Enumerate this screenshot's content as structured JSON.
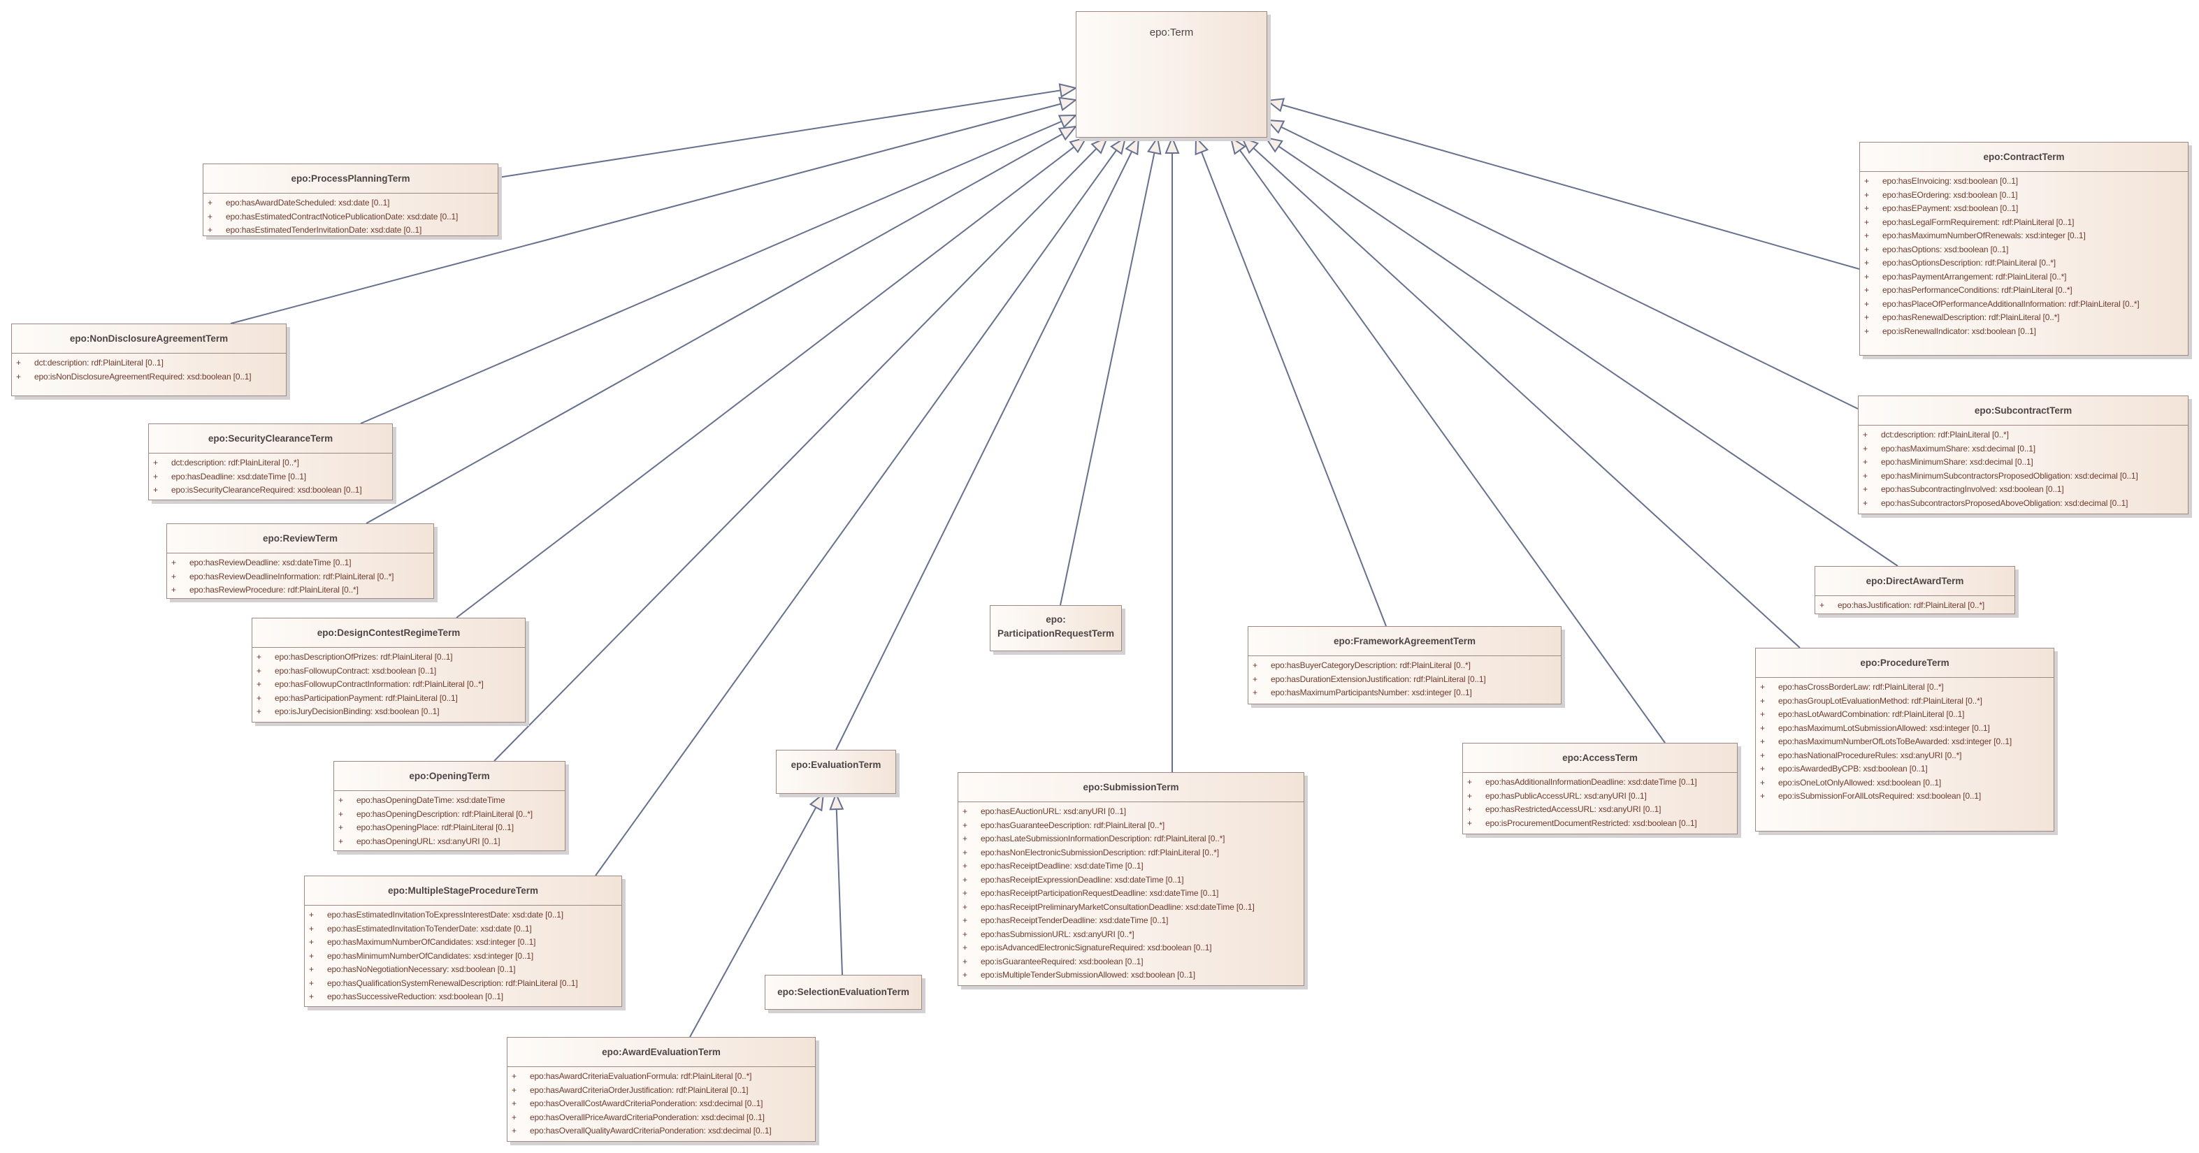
{
  "diagram": {
    "root": {
      "name": "epo:Term"
    },
    "classes": {
      "processPlanning": {
        "name": "epo:ProcessPlanningTerm",
        "attributes": [
          "epo:hasAwardDateScheduled: xsd:date [0..1]",
          "epo:hasEstimatedContractNoticePublicationDate: xsd:date [0..1]",
          "epo:hasEstimatedTenderInvitationDate: xsd:date [0..1]"
        ]
      },
      "nonDisclosure": {
        "name": "epo:NonDisclosureAgreementTerm",
        "attributes": [
          "dct:description: rdf:PlainLiteral [0..1]",
          "epo:isNonDisclosureAgreementRequired: xsd:boolean [0..1]"
        ]
      },
      "securityClearance": {
        "name": "epo:SecurityClearanceTerm",
        "attributes": [
          "dct:description: rdf:PlainLiteral [0..*]",
          "epo:hasDeadline: xsd:dateTime [0..1]",
          "epo:isSecurityClearanceRequired: xsd:boolean [0..1]"
        ]
      },
      "review": {
        "name": "epo:ReviewTerm",
        "attributes": [
          "epo:hasReviewDeadline: xsd:dateTime [0..1]",
          "epo:hasReviewDeadlineInformation: rdf:PlainLiteral [0..*]",
          "epo:hasReviewProcedure: rdf:PlainLiteral [0..*]"
        ]
      },
      "designContest": {
        "name": "epo:DesignContestRegimeTerm",
        "attributes": [
          "epo:hasDescriptionOfPrizes: rdf:PlainLiteral [0..1]",
          "epo:hasFollowupContract: xsd:boolean [0..1]",
          "epo:hasFollowupContractInformation: rdf:PlainLiteral [0..*]",
          "epo:hasParticipationPayment: rdf:PlainLiteral [0..1]",
          "epo:isJuryDecisionBinding: xsd:boolean [0..1]"
        ]
      },
      "opening": {
        "name": "epo:OpeningTerm",
        "attributes": [
          "epo:hasOpeningDateTime: xsd:dateTime",
          "epo:hasOpeningDescription: rdf:PlainLiteral [0..*]",
          "epo:hasOpeningPlace: rdf:PlainLiteral [0..1]",
          "epo:hasOpeningURL: xsd:anyURI [0..1]"
        ]
      },
      "multipleStage": {
        "name": "epo:MultipleStageProcedureTerm",
        "attributes": [
          "epo:hasEstimatedInvitationToExpressInterestDate: xsd:date [0..1]",
          "epo:hasEstimatedInvitationToTenderDate: xsd:date [0..1]",
          "epo:hasMaximumNumberOfCandidates: xsd:integer [0..1]",
          "epo:hasMinimumNumberOfCandidates: xsd:integer [0..1]",
          "epo:hasNoNegotiationNecessary: xsd:boolean [0..1]",
          "epo:hasQualificationSystemRenewalDescription: rdf:PlainLiteral [0..1]",
          "epo:hasSuccessiveReduction: xsd:boolean [0..1]"
        ]
      },
      "awardEvaluation": {
        "name": "epo:AwardEvaluationTerm",
        "attributes": [
          "epo:hasAwardCriteriaEvaluationFormula: rdf:PlainLiteral [0..*]",
          "epo:hasAwardCriteriaOrderJustification: rdf:PlainLiteral [0..1]",
          "epo:hasOverallCostAwardCriteriaPonderation: xsd:decimal [0..1]",
          "epo:hasOverallPriceAwardCriteriaPonderation: xsd:decimal [0..1]",
          "epo:hasOverallQualityAwardCriteriaPonderation: xsd:decimal [0..1]"
        ]
      },
      "evaluation": {
        "name": "epo:EvaluationTerm"
      },
      "selectionEvaluation": {
        "name": "epo:SelectionEvaluationTerm"
      },
      "participationRequest": {
        "name_line1": "epo:",
        "name_line2": "ParticipationRequestTerm"
      },
      "submission": {
        "name": "epo:SubmissionTerm",
        "attributes": [
          "epo:hasEAuctionURL: xsd:anyURI [0..1]",
          "epo:hasGuaranteeDescription: rdf:PlainLiteral [0..*]",
          "epo:hasLateSubmissionInformationDescription: rdf:PlainLiteral [0..*]",
          "epo:hasNonElectronicSubmissionDescription: rdf:PlainLiteral [0..*]",
          "epo:hasReceiptDeadline: xsd:dateTime [0..1]",
          "epo:hasReceiptExpressionDeadline: xsd:dateTime [0..1]",
          "epo:hasReceiptParticipationRequestDeadline: xsd:dateTime [0..1]",
          "epo:hasReceiptPreliminaryMarketConsultationDeadline: xsd:dateTime [0..1]",
          "epo:hasReceiptTenderDeadline: xsd:dateTime [0..1]",
          "epo:hasSubmissionURL: xsd:anyURI [0..*]",
          "epo:isAdvancedElectronicSignatureRequired: xsd:boolean [0..1]",
          "epo:isGuaranteeRequired: xsd:boolean [0..1]",
          "epo:isMultipleTenderSubmissionAllowed: xsd:boolean [0..1]"
        ]
      },
      "frameworkAgreement": {
        "name": "epo:FrameworkAgreementTerm",
        "attributes": [
          "epo:hasBuyerCategoryDescription: rdf:PlainLiteral [0..*]",
          "epo:hasDurationExtensionJustification: rdf:PlainLiteral [0..1]",
          "epo:hasMaximumParticipantsNumber: xsd:integer [0..1]"
        ]
      },
      "access": {
        "name": "epo:AccessTerm",
        "attributes": [
          "epo:hasAdditionalInformationDeadline: xsd:dateTime [0..1]",
          "epo:hasPublicAccessURL: xsd:anyURI [0..1]",
          "epo:hasRestrictedAccessURL: xsd:anyURI [0..1]",
          "epo:isProcurementDocumentRestricted: xsd:boolean [0..1]"
        ]
      },
      "procedure": {
        "name": "epo:ProcedureTerm",
        "attributes": [
          "epo:hasCrossBorderLaw: rdf:PlainLiteral [0..*]",
          "epo:hasGroupLotEvaluationMethod: rdf:PlainLiteral [0..*]",
          "epo:hasLotAwardCombination: rdf:PlainLiteral [0..1]",
          "epo:hasMaximumLotSubmissionAllowed: xsd:integer [0..1]",
          "epo:hasMaximumNumberOfLotsToBeAwarded: xsd:integer [0..1]",
          "epo:hasNationalProcedureRules: xsd:anyURI [0..*]",
          "epo:isAwardedByCPB: xsd:boolean [0..1]",
          "epo:isOneLotOnlyAllowed: xsd:boolean [0..1]",
          "epo:isSubmissionForAllLotsRequired: xsd:boolean [0..1]"
        ]
      },
      "directAward": {
        "name": "epo:DirectAwardTerm",
        "attributes": [
          "epo:hasJustification: rdf:PlainLiteral [0..*]"
        ]
      },
      "subcontract": {
        "name": "epo:SubcontractTerm",
        "attributes": [
          "dct:description: rdf:PlainLiteral [0..*]",
          "epo:hasMaximumShare: xsd:decimal [0..1]",
          "epo:hasMinimumShare: xsd:decimal [0..1]",
          "epo:hasMinimumSubcontractorsProposedObligation: xsd:decimal [0..1]",
          "epo:hasSubcontractingInvolved: xsd:boolean [0..1]",
          "epo:hasSubcontractorsProposedAboveObligation: xsd:decimal [0..1]"
        ]
      },
      "contract": {
        "name": "epo:ContractTerm",
        "attributes": [
          "epo:hasEInvoicing: xsd:boolean [0..1]",
          "epo:hasEOrdering: xsd:boolean [0..1]",
          "epo:hasEPayment: xsd:boolean [0..1]",
          "epo:hasLegalFormRequirement: rdf:PlainLiteral [0..1]",
          "epo:hasMaximumNumberOfRenewals: xsd:integer [0..1]",
          "epo:hasOptions: xsd:boolean [0..1]",
          "epo:hasOptionsDescription: rdf:PlainLiteral [0..*]",
          "epo:hasPaymentArrangement: rdf:PlainLiteral [0..*]",
          "epo:hasPerformanceConditions: rdf:PlainLiteral [0..*]",
          "epo:hasPlaceOfPerformanceAdditionalInformation: rdf:PlainLiteral [0..*]",
          "epo:hasRenewalDescription: rdf:PlainLiteral [0..*]",
          "epo:isRenewalIndicator: xsd:boolean [0..1]"
        ]
      }
    },
    "visibility_marker": "+",
    "colors": {
      "line": "#66708f",
      "border": "#9e8884",
      "title": "#4d4545",
      "attribute": "#6f3a2c",
      "arrow_fill": "#f8eee8"
    }
  }
}
